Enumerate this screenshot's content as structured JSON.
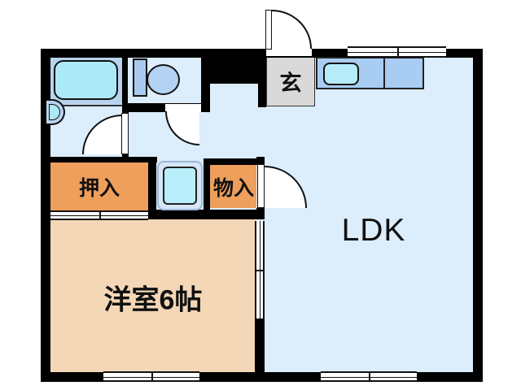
{
  "title": "apartment floor plan",
  "rooms": {
    "ldk": {
      "label": "LDK"
    },
    "western_room": {
      "label": "洋室6帖"
    },
    "entrance": {
      "label": "玄"
    },
    "oshiire_closet": {
      "label": "押入"
    },
    "monoire_closet": {
      "label": "物入"
    }
  },
  "fixtures": {
    "bathtub": "bathtub-icon",
    "washbasin": "washbasin-icon",
    "toilet": "toilet-icon",
    "kitchen_counter": "kitchen-counter-icon",
    "kitchen_sink": "kitchen-sink-icon",
    "washing_machine_pan": "washing-machine-pan-icon"
  },
  "colors": {
    "wall": "#000000",
    "floor_light_blue": "#dcedfb",
    "bathroom_blue": "#b9d3ee",
    "closet_orange": "#ee9f5c",
    "room_tan": "#f4d7b6",
    "entrance_gray": "#d9d9d9",
    "fixture_cyan": "#ace9f8",
    "counter_blue": "#a9ccf2"
  }
}
